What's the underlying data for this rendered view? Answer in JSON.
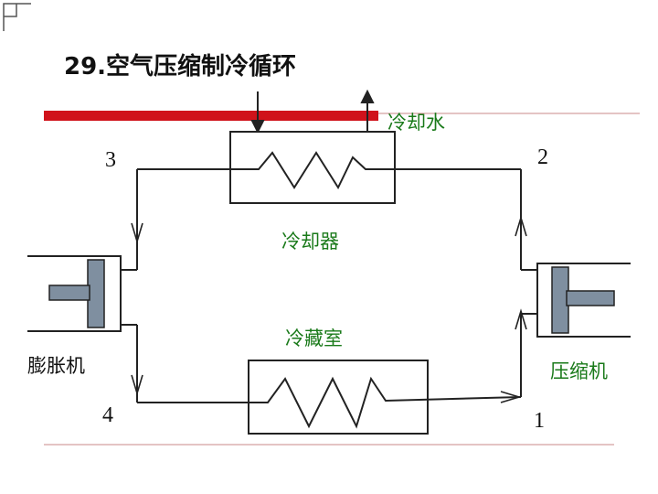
{
  "title": "29.空气压缩制冷循环",
  "labels": {
    "cooling_water": "冷却水",
    "cooler": "冷却器",
    "cold_storage": "冷藏室",
    "expander": "膨胀机",
    "compressor": "压缩机"
  },
  "state_points": {
    "p1": "1",
    "p2": "2",
    "p3": "3",
    "p4": "4"
  },
  "colors": {
    "accent_bar": "#d0121b",
    "label_green": "#1a7a1a",
    "line": "#222222",
    "piston_gray": "#7f8fa0",
    "rule_line": "#c98a8a",
    "frame_bracket": "#555555"
  }
}
